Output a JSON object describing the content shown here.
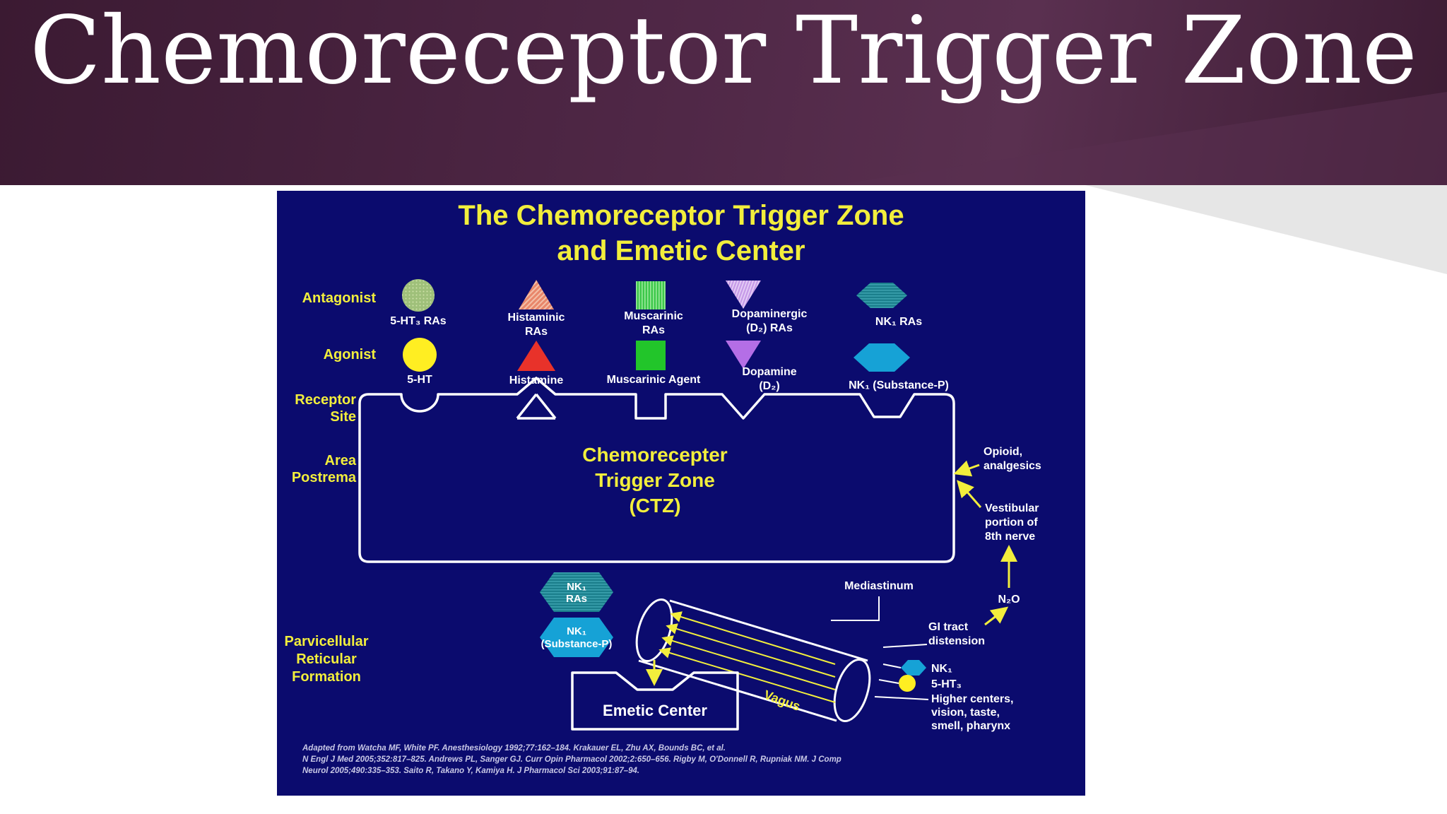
{
  "slide": {
    "title": "Chemoreceptor Trigger Zone"
  },
  "diagram": {
    "heading": [
      "The Chemoreceptor Trigger Zone",
      "and Emetic Center"
    ],
    "row_labels": {
      "antagonist": "Antagonist",
      "agonist": "Agonist",
      "receptor_site": [
        "Receptor",
        "Site"
      ],
      "area_postrema": [
        "Area",
        "Postrema"
      ],
      "parvicellular": [
        "Parvicellular",
        "Reticular",
        "Formation"
      ]
    },
    "antagonists": {
      "ht3": "5-HT₃ RAs",
      "histaminic": [
        "Histaminic",
        "RAs"
      ],
      "muscarinic": [
        "Muscarinic",
        "RAs"
      ],
      "dopaminergic": [
        "Dopaminergic",
        "(D₂) RAs"
      ],
      "nk1": "NK₁ RAs"
    },
    "agonists": {
      "ht": "5-HT",
      "histamine": "Histamine",
      "muscarinic": "Muscarinic Agent",
      "dopamine": [
        "Dopamine",
        "(D₂)"
      ],
      "nk1": "NK₁ (Substance-P)"
    },
    "ctz": [
      "Chemorecepter",
      "Trigger Zone",
      "(CTZ)"
    ],
    "inputs": {
      "opioid": [
        "Opioid,",
        "analgesics"
      ],
      "vestibular": [
        "Vestibular",
        "portion of",
        "8th nerve"
      ],
      "n2o": "N₂O",
      "mediastinum": "Mediastinum",
      "gi": [
        "GI tract",
        "distension"
      ],
      "nk1": "NK₁",
      "ht3": "5-HT₃",
      "higher": [
        "Higher centers,",
        "vision, taste,",
        "smell, pharynx"
      ],
      "vagus": "Vagus"
    },
    "emetic": {
      "nk1_ras": [
        "NK₁",
        "RAs"
      ],
      "nk1_sp": [
        "NK₁",
        "(Substance-P)"
      ],
      "center": "Emetic Center"
    },
    "citation": [
      "Adapted from Watcha MF, White PF. Anesthesiology 1992;77:162–184. Krakauer EL, Zhu AX, Bounds BC, et al.",
      "N Engl J Med 2005;352:817–825. Andrews PL, Sanger GJ. Curr Opin Pharmacol 2002;2:650–656. Rigby M, O'Donnell R, Rupniak NM. J Comp",
      "Neurol 2005;490:335–353. Saito R, Takano Y, Kamiya H. J Pharmacol Sci 2003;91:87–94."
    ],
    "colors": {
      "background": "#0b0b6e",
      "heading": "#f2ee3c",
      "outline": "#ffffff",
      "arrow": "#f2ee3c",
      "ht_yellow": "#ffee22",
      "histamine_red": "#e8322a",
      "muscarinic_green": "#22c52a",
      "dopamine_violet": "#b46ee6",
      "nk1_blue": "#16a2d6"
    }
  }
}
